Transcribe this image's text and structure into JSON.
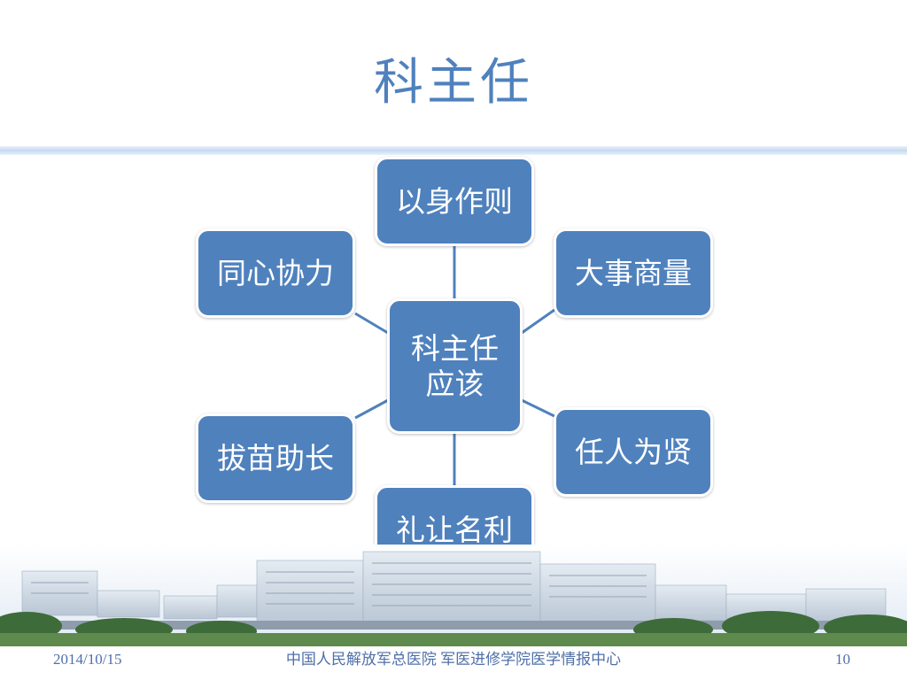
{
  "title": "科主任",
  "diagram": {
    "center": "科主任应该",
    "center_lines": [
      "科主任",
      "应该"
    ],
    "nodes": {
      "top": "以身作则",
      "top_right": "大事商量",
      "bottom_right": "任人为贤",
      "bottom": "礼让名利",
      "bottom_left": "拔苗助长",
      "top_left": "同心协力"
    }
  },
  "colors": {
    "accent": "#4f81bd",
    "footer_text": "#4f6fa8"
  },
  "footer": {
    "date": "2014/10/15",
    "organization": "中国人民解放军总医院  军医进修学院医学情报中心",
    "page": "10"
  }
}
